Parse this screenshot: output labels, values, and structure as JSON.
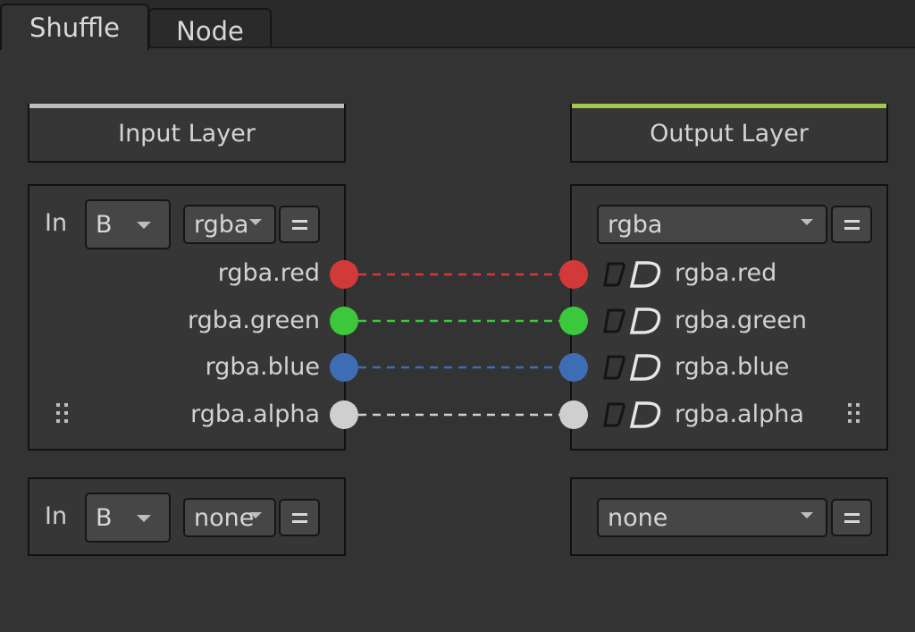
{
  "tabs": [
    {
      "label": "Shuffle",
      "active": true
    },
    {
      "label": "Node",
      "active": false
    }
  ],
  "input_layer": {
    "title": "Input Layer",
    "accent": "#bdbdbd",
    "primary": {
      "in_label": "In",
      "source": "B",
      "layer": "rgba"
    },
    "secondary": {
      "in_label": "In",
      "source": "B",
      "layer": "none"
    },
    "channels": [
      "rgba.red",
      "rgba.green",
      "rgba.blue",
      "rgba.alpha"
    ]
  },
  "output_layer": {
    "title": "Output Layer",
    "accent": "#a3c94a",
    "primary": {
      "layer": "rgba"
    },
    "secondary": {
      "layer": "none"
    },
    "channels": [
      "rgba.red",
      "rgba.green",
      "rgba.blue",
      "rgba.alpha"
    ]
  },
  "connections": [
    {
      "from": "rgba.red",
      "to": "rgba.red",
      "color": "#d23a3a"
    },
    {
      "from": "rgba.green",
      "to": "rgba.green",
      "color": "#3cc83c"
    },
    {
      "from": "rgba.blue",
      "to": "rgba.blue",
      "color": "#3d6db5"
    },
    {
      "from": "rgba.alpha",
      "to": "rgba.alpha",
      "color": "#cfcfcf"
    }
  ]
}
